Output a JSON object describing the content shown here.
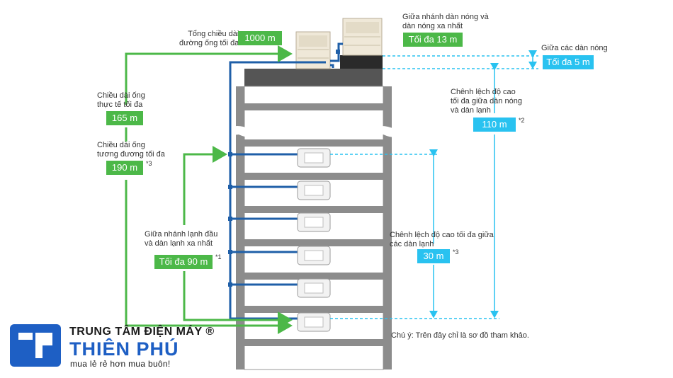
{
  "labels": {
    "total_length": "Tổng chiều dài\nđường ống tối đa",
    "outdoor_branch": "Giữa nhánh dàn nóng và\ndàn nóng xa nhất",
    "between_outdoor": "Giữa các dàn nóng",
    "actual_length": "Chiều dài ống\nthực tế tối đa",
    "equivalent_length": "Chiều dài ống\ntương đương tối đa",
    "height_outdoor_indoor": "Chênh lệch độ cao\ntối đa giữa dàn nóng\nvà dàn lạnh",
    "indoor_branch": "Giữa nhánh lạnh đầu\nvà dàn lạnh xa nhất",
    "height_indoor": "Chênh lệch độ cao tối đa giữa\ncác dàn lạnh"
  },
  "badges": {
    "total_length": "1000 m",
    "outdoor_branch": "Tối đa 13 m",
    "between_outdoor": "Tối đa 5 m",
    "actual_length": "165 m",
    "equivalent_length": "190 m",
    "height_outdoor_indoor": "110 m",
    "indoor_branch": "Tối đa 90 m",
    "height_indoor": "30 m"
  },
  "footnotes": {
    "equivalent_length": "*3",
    "height_outdoor_indoor": "*2",
    "indoor_branch": "*1",
    "height_indoor": "*3"
  },
  "note": "Chú ý: Trên đây chỉ là sơ đồ tham khảo.",
  "brand": {
    "line1": "TRUNG TÂM ĐIỆN MÁY ®",
    "line2": "THIÊN PHÚ",
    "tagline": "mua lẻ rẻ hơn mua buôn!"
  },
  "colors": {
    "green": "#4cb848",
    "blue_pipe": "#1f5fa8",
    "cyan": "#29c2f0",
    "building": "#8c8c8c",
    "logo_blue": "#1e5fc4"
  }
}
